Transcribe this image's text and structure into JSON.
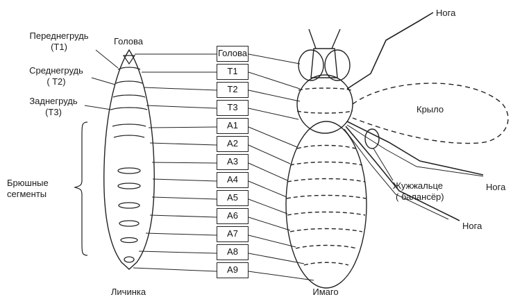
{
  "labels": {
    "t1_name": "Переднегрудь",
    "t1_code": "(T1)",
    "t2_name": "Среднегрудь",
    "t2_code": "( T2)",
    "t3_name": "Заднегрудь",
    "t3_code": "(T3)",
    "head_larva": "Голова",
    "abdominal_1": "Брюшные",
    "abdominal_2": "сегменты",
    "larva": "Личинка",
    "imago": "Имаго",
    "leg_top": "Нога",
    "wing": "Крыло",
    "haltere_1": "Жужжальце",
    "haltere_2": "( балансёр)",
    "leg_mid": "Нога",
    "leg_bottom": "Нога"
  },
  "segments": [
    "Голова",
    "T1",
    "T2",
    "T3",
    "A1",
    "A2",
    "A3",
    "A4",
    "A5",
    "A6",
    "A7",
    "A8",
    "A9"
  ]
}
